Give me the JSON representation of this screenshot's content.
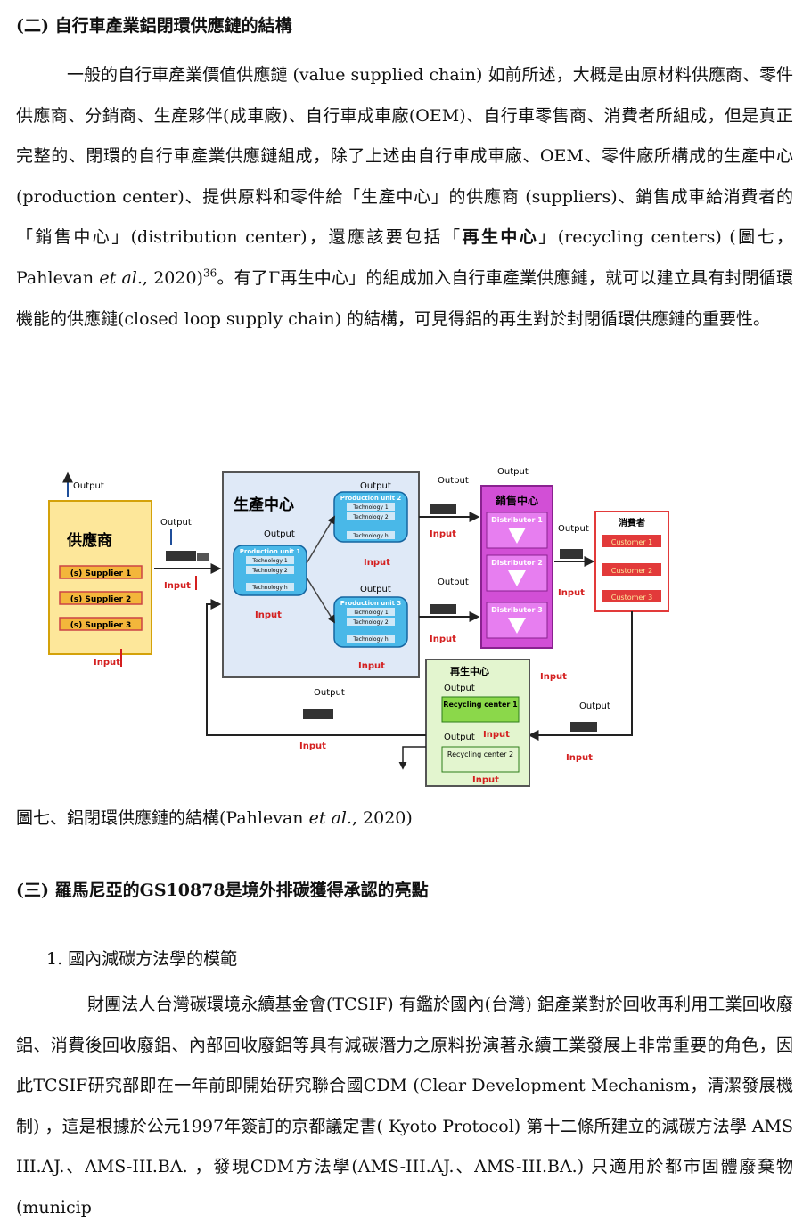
{
  "section2": {
    "heading": "(二) 自行車產業鋁閉環供應鏈的結構",
    "p1": {
      "a": "一般的自行車產業價值供應鏈 (value supplied chain) 如前所述，大概是由原材料供應商、零件供應商、分銷商、生產夥伴(成車廠)、自行車成車廠(OEM)、自行車零售商、消費者所組成，但是真正完整的、閉環的自行車產業供應鏈組成，除了上述由自行車成車廠、OEM、零件廠所構成的生產中心(production center)、提供原料和零件給「生產中心」的供應商 (suppliers)、銷售成車給消費者的「銷售中心」(distribution center)，還應該要包括「",
      "bold": "再生中心",
      "b": "」(recycling centers) (圖七，Pahlevan ",
      "ital": "et al.",
      "c": ", 2020)",
      "sup": "36",
      "d": "。有了Γ再生中心」的組成加入自行車產業供應鏈，就可以建立具有封閉循環機能的供應鏈(closed loop supply chain) 的結構，可見得鋁的再生對於封閉循環供應鏈的重要性。"
    }
  },
  "figure": {
    "supplier_center": "供應商",
    "suppliers": [
      "(s) Supplier 1",
      "(s) Supplier 2",
      "(s) Supplier 3"
    ],
    "production_center": "生產中心",
    "production_units": [
      "Production unit 1",
      "Production unit 2",
      "Production unit 3"
    ],
    "technologies": [
      "Technology 1",
      "Technology 2",
      "Technology h"
    ],
    "distribution_center": "銷售中心",
    "distributors": [
      "Distributor 1",
      "Distributor 2",
      "Distributor 3"
    ],
    "consumer_center": "消費者",
    "customers": [
      "Customer 1",
      "Customer 2",
      "Customer 3"
    ],
    "recycling_center": "再生中心",
    "recycling_units": [
      "Recycling center 1",
      "Recycling center 2"
    ],
    "output": "Output",
    "input": "Input",
    "colors": {
      "supplier_fill": "#fde79a",
      "production_fill": "#dfe9f7",
      "unit_fill": "#49b8e8",
      "distribution_fill": "#d24fd6",
      "distributor_fill": "#e77ef0",
      "recycling_fill": "#e3f5cf",
      "recycling_unit_fill": "#8bd84a",
      "output_arrow": "#1f4e9a",
      "input_arrow": "#d41f1f",
      "customer_red": "#e23a3a"
    }
  },
  "caption": {
    "a": "圖七、鋁閉環供應鏈的結構(Pahlevan ",
    "ital": "et al.",
    "b": ", 2020)"
  },
  "section3": {
    "heading": "(三) 羅馬尼亞的GS10878是境外排碳獲得承認的亮點",
    "subheading": "1.  國內減碳方法學的模範",
    "p1": "財團法人台灣碳環境永續基金會(TCSIF) 有鑑於國內(台灣) 鋁產業對於回收再利用工業回收廢鋁、消費後回收廢鋁、內部回收廢鋁等具有減碳潛力之原料扮演著永續工業發展上非常重要的角色，因此TCSIF研究部即在一年前即開始研究聯合國CDM (Clear Development Mechanism，清潔發展機制) ，這是根據於公元1997年簽訂的京都議定書( Kyoto Protocol) 第十二條所建立的減碳方法學 AMS III.AJ.、AMS-III.BA. ，發現CDM方法學(AMS-III.AJ.、AMS-III.BA.) 只適用於都市固體廢棄物(municip"
  }
}
